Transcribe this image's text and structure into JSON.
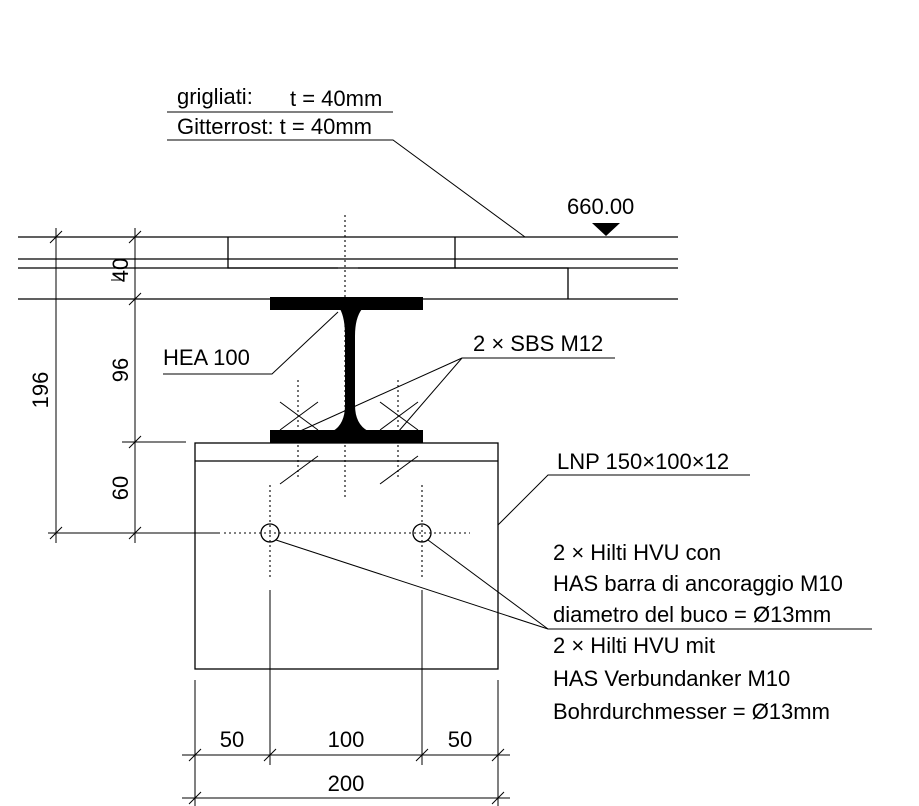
{
  "notes": {
    "grating_it_label": "grigliati:",
    "grating_it_value": "t = 40mm",
    "grating_de": "Gitterrost: t = 40mm",
    "level": "660.00",
    "beam": "HEA 100",
    "bolts": "2 × SBS M12",
    "angle": "LNP 150×100×12",
    "anchor_it": [
      "2 × Hilti HVU con",
      "HAS barra di ancoraggio M10",
      "diametro del buco = Ø13mm"
    ],
    "anchor_de": [
      "2 × Hilti HVU mit",
      "HAS Verbundanker M10",
      "Bohrdurchmesser = Ø13mm"
    ]
  },
  "dimensions": {
    "total_height": "196",
    "grating": "40",
    "beam_height": "96",
    "anchor_offset": "60",
    "edge_left": "50",
    "anchor_spacing": "100",
    "edge_right": "50",
    "total_width": "200"
  }
}
